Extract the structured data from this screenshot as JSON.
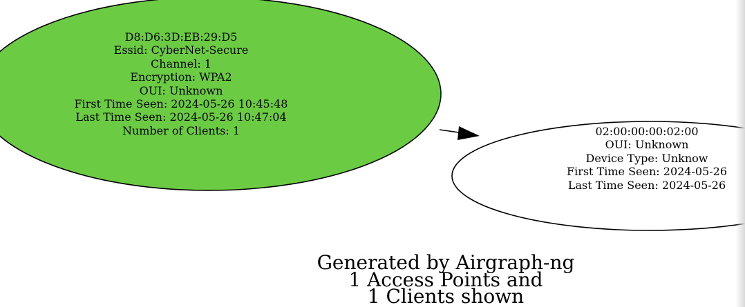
{
  "colors": {
    "ap_fill": "#6bcb43",
    "client_fill": "#ffffff",
    "stroke": "#000000"
  },
  "access_point": {
    "mac": "D8:D6:3D:EB:29:D5",
    "essid": "Essid: CyberNet-Secure",
    "channel": "Channel: 1",
    "encryption": "Encryption: WPA2",
    "oui": "OUI: Unknown",
    "first_seen": "First Time Seen:  2024-05-26 10:45:48",
    "last_seen": "Last Time Seen:  2024-05-26 10:47:04",
    "clients": "Number of Clients: 1"
  },
  "client": {
    "mac": "02:00:00:00:02:00",
    "oui": "OUI: Unknown",
    "device_type": "Device Type: Unknow",
    "first_seen": "First Time Seen:  2024-05-26",
    "last_seen": "Last Time Seen:  2024-05-26"
  },
  "footer": {
    "line1": "Generated by Airgraph-ng",
    "line2": "1 Access Points and",
    "line3": "1 Clients shown"
  }
}
